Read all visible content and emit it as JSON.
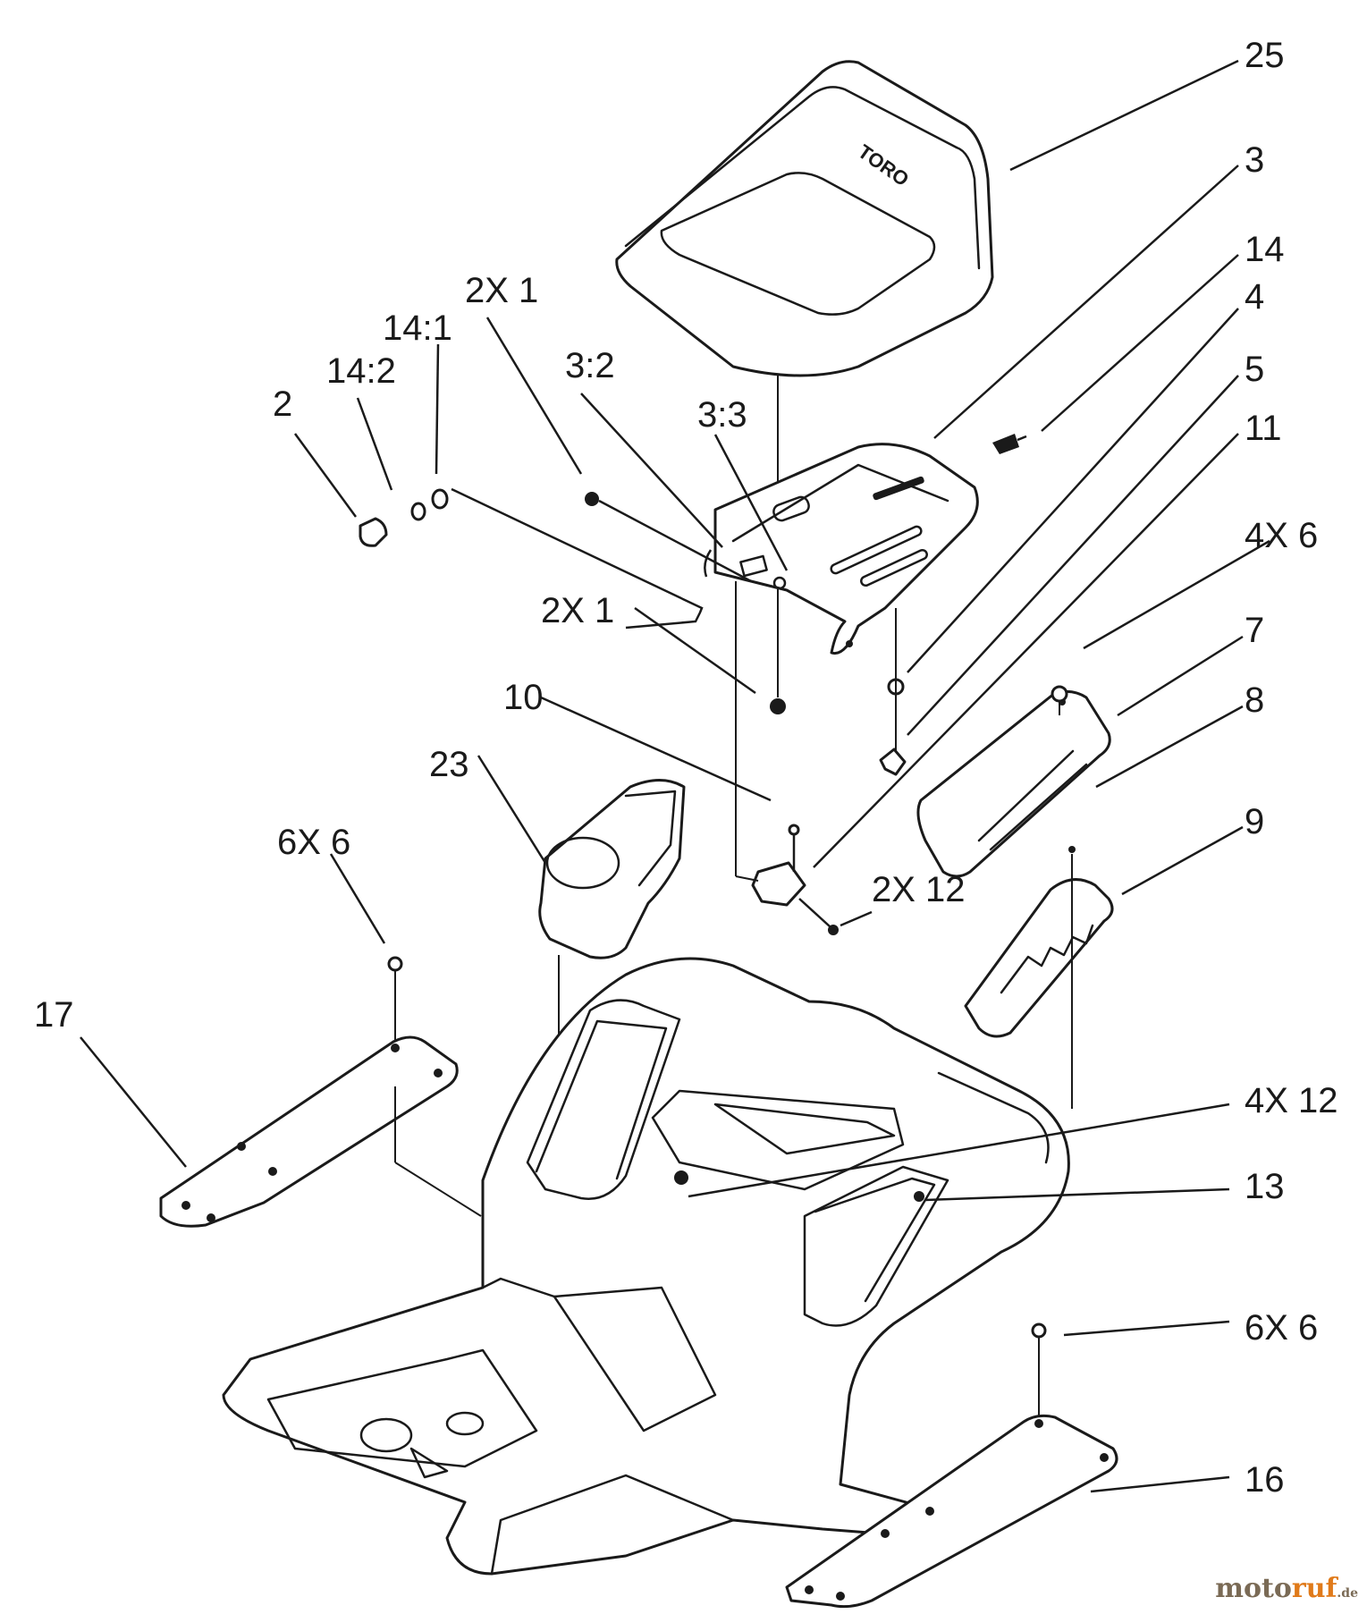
{
  "callouts": [
    {
      "id": "25",
      "text": "25"
    },
    {
      "id": "3",
      "text": "3"
    },
    {
      "id": "14",
      "text": "14"
    },
    {
      "id": "4",
      "text": "4"
    },
    {
      "id": "5",
      "text": "5"
    },
    {
      "id": "11",
      "text": "11"
    },
    {
      "id": "4x6",
      "text": "4X 6"
    },
    {
      "id": "7",
      "text": "7"
    },
    {
      "id": "8",
      "text": "8"
    },
    {
      "id": "9",
      "text": "9"
    },
    {
      "id": "2x1-top",
      "text": "2X 1"
    },
    {
      "id": "14-1",
      "text": "14:1"
    },
    {
      "id": "14-2",
      "text": "14:2"
    },
    {
      "id": "2",
      "text": "2"
    },
    {
      "id": "3-2",
      "text": "3:2"
    },
    {
      "id": "3-3",
      "text": "3:3"
    },
    {
      "id": "2x1-mid",
      "text": "2X 1"
    },
    {
      "id": "10",
      "text": "10"
    },
    {
      "id": "23",
      "text": "23"
    },
    {
      "id": "6x6-left",
      "text": "6X 6"
    },
    {
      "id": "2x12",
      "text": "2X 12"
    },
    {
      "id": "17",
      "text": "17"
    },
    {
      "id": "4x12",
      "text": "4X 12"
    },
    {
      "id": "13",
      "text": "13"
    },
    {
      "id": "6x6-right",
      "text": "6X 6"
    },
    {
      "id": "16",
      "text": "16"
    }
  ],
  "seat_logo": "TORO",
  "watermark": {
    "part1": "moto",
    "part2": "ruf",
    "part3": ".de"
  }
}
